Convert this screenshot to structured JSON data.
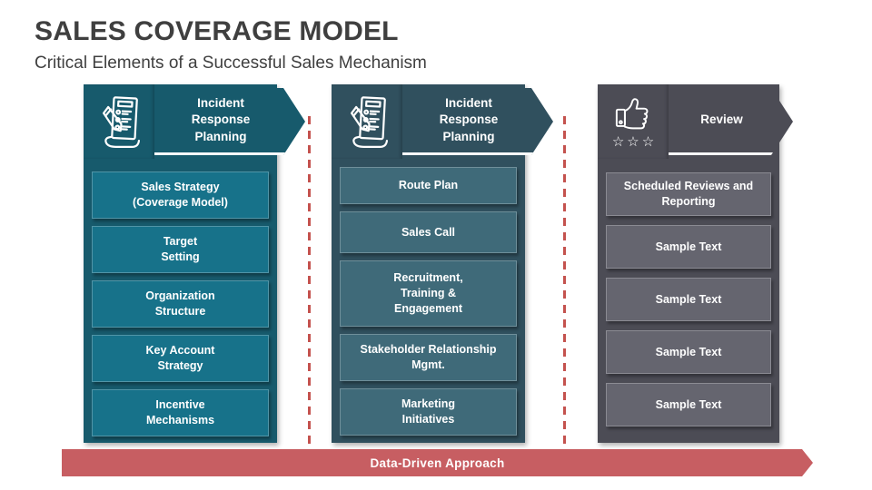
{
  "slide": {
    "title": "SALES COVERAGE MODEL",
    "subtitle": "Critical Elements of a Successful Sales Mechanism",
    "banner": "Data-Driven Approach"
  },
  "colors": {
    "title_text": "#3F3F3F",
    "column1_panel": "#175A6C",
    "column1_box": "#17728A",
    "column2_panel": "#30505E",
    "column2_box": "#3F6A79",
    "column3_panel": "#4C4C55",
    "column3_box": "#65656F",
    "banner_bg": "#C75E62",
    "separator_dash": "#C4524E",
    "text_on_dark": "#FFFFFF"
  },
  "icons": {
    "column1_header": "checklist-pencil-icon",
    "column2_header": "checklist-pencil-icon",
    "column3_header": "thumbs-up-stars-icon",
    "stars_glyph": "☆☆☆"
  },
  "columns": [
    {
      "header": "Incident\nResponse\nPlanning",
      "items": [
        "Sales Strategy\n(Coverage Model)",
        "Target\nSetting",
        "Organization\nStructure",
        "Key Account\nStrategy",
        "Incentive\nMechanisms"
      ]
    },
    {
      "header": "Incident\nResponse\nPlanning",
      "items": [
        "Route Plan",
        "Sales Call",
        "Recruitment,\nTraining &\nEngagement",
        "Stakeholder Relationship\nMgmt.",
        "Marketing\nInitiatives"
      ]
    },
    {
      "header": "Review",
      "items": [
        "Scheduled Reviews and\nReporting",
        "Sample Text",
        "Sample Text",
        "Sample Text",
        "Sample Text"
      ]
    }
  ]
}
